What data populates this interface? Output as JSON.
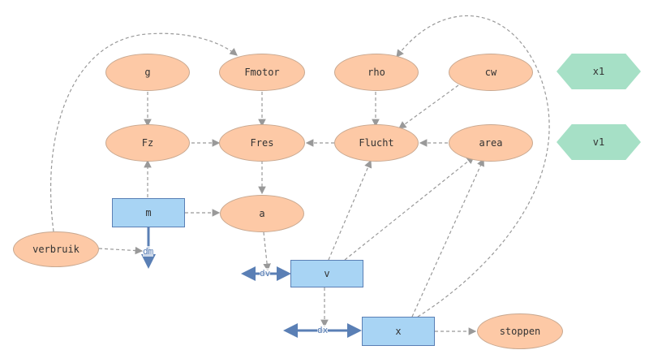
{
  "nodes": {
    "g": "g",
    "fmotor": "Fmotor",
    "rho": "rho",
    "cw": "cw",
    "fz": "Fz",
    "fres": "Fres",
    "flucht": "Flucht",
    "area": "area",
    "m": "m",
    "a": "a",
    "verbruik": "verbruik",
    "v": "v",
    "x": "x",
    "stoppen": "stoppen",
    "x1": "x1",
    "v1": "v1"
  },
  "flows": {
    "dm": "dm",
    "dv": "dv",
    "dx": "dx"
  },
  "colors": {
    "auxiliary": "#fdc9a6",
    "stock": "#a8d4f4",
    "constant": "#a6e0c6",
    "flow": "#5a7fb5",
    "link": "#999999"
  }
}
